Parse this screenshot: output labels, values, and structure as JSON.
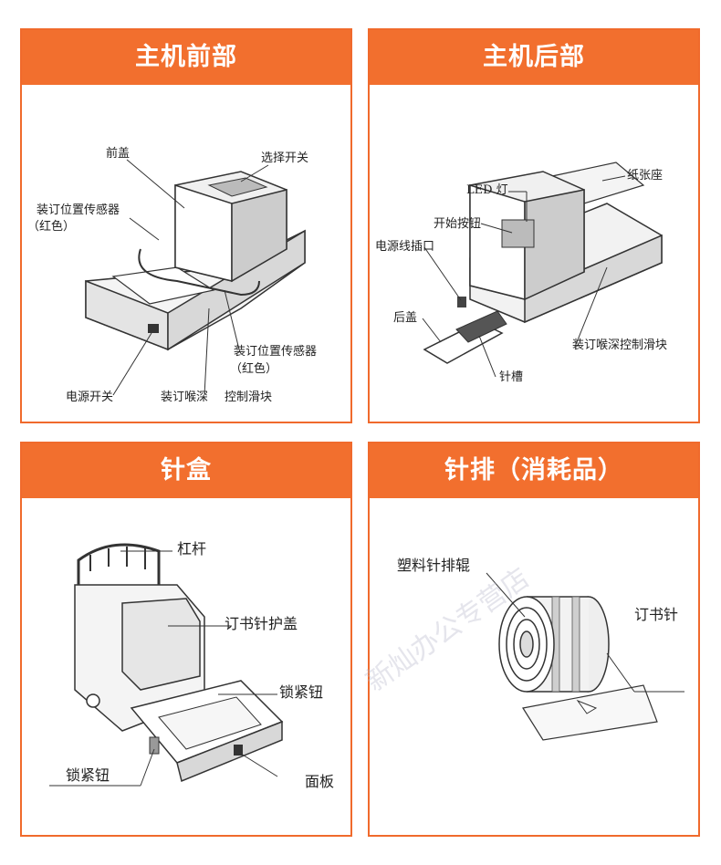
{
  "panels": {
    "front": {
      "title": "主机前部",
      "labels": {
        "front_cover": "前盖",
        "select_switch": "选择开关",
        "sensor_left_1": "装订位置传感器",
        "sensor_left_2": "（红色）",
        "sensor_right_1": "装订位置传感器",
        "sensor_right_2": "（红色）",
        "power_switch": "电源开关",
        "depth_slider_a": "装订喉深",
        "depth_slider_b": "控制滑块"
      }
    },
    "back": {
      "title": "主机后部",
      "labels": {
        "led": "LED 灯",
        "paper_seat": "纸张座",
        "start_button": "开始按钮",
        "power_socket": "电源线插口",
        "rear_cover": "后盖",
        "depth_slider": "装订喉深控制滑块",
        "staple_slot": "针槽"
      }
    },
    "cartridge": {
      "title": "针盒",
      "labels": {
        "lever": "杠杆",
        "staple_cover": "订书针护盖",
        "lock_button_right": "锁紧钮",
        "lock_button_left": "锁紧钮",
        "face_plate": "面板"
      }
    },
    "strip": {
      "title": "针排（消耗品）",
      "labels": {
        "plastic_roller": "塑料针排辊",
        "staple": "订书针"
      }
    }
  },
  "watermark": "新灿办公专营店"
}
